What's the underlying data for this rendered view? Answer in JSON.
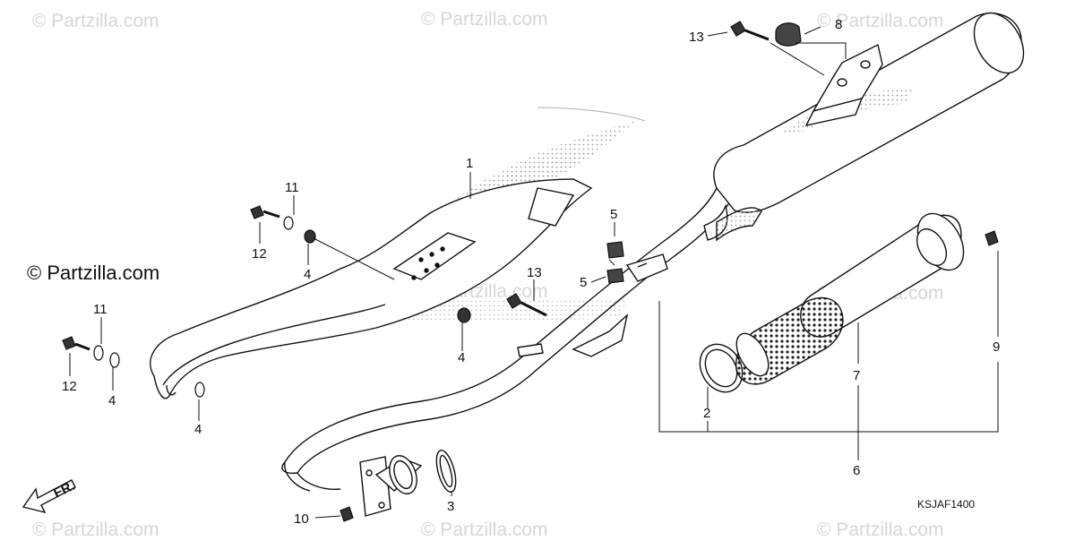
{
  "watermarks": [
    "© Partzilla.com",
    "© Partzilla.com",
    "© Partzilla.com",
    "© Partzilla.com",
    "© Partzilla.com",
    "© Partzilla.com",
    "© Partzilla.com",
    "© Partzilla.com",
    "© Partzilla.com"
  ],
  "copyright": "© Partzilla.com",
  "diagram_code": "KSJAF1400",
  "front_label": "FR.",
  "callouts": [
    "1",
    "2",
    "3",
    "4",
    "4",
    "4",
    "4",
    "5",
    "5",
    "6",
    "7",
    "8",
    "9",
    "10",
    "11",
    "11",
    "12",
    "12",
    "13",
    "13"
  ]
}
